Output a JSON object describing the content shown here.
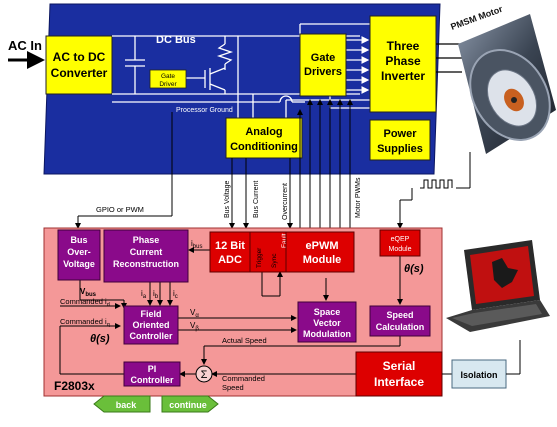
{
  "power_stage": {
    "ac_in": "AC In",
    "ac_dc": [
      "AC to DC",
      "Converter"
    ],
    "dc_bus": "DC Bus",
    "gate_driver_small": [
      "Gate",
      "Driver"
    ],
    "processor_ground": "Processor Ground",
    "gate_drivers": [
      "Gate",
      "Drivers"
    ],
    "inverter": [
      "Three",
      "Phase",
      "Inverter"
    ],
    "analog": [
      "Analog",
      "Conditioning"
    ],
    "power_supplies": [
      "Power",
      "Supplies"
    ]
  },
  "motor_label": "PMSM Motor",
  "signals": {
    "gpio_pwm": "GPIO or PWM",
    "bus_voltage": "Bus Voltage",
    "bus_current": "Bus Current",
    "overcurrent": "Overcurrent",
    "motor_pwms": "Motor PWMs"
  },
  "controller": {
    "chip": "F2803x",
    "bus_ov": [
      "Bus",
      "Over-",
      "Voltage"
    ],
    "phase_current": [
      "Phase",
      "Current",
      "Reconstruction"
    ],
    "ibus": "i",
    "ibus_sub": "bus",
    "vbus": "V",
    "vbus_sub": "bus",
    "ia": "i",
    "ia_sub": "a",
    "ib": "i",
    "ib_sub": "b",
    "ic": "i",
    "ic_sub": "c",
    "adc": [
      "12 Bit",
      "ADC"
    ],
    "trigger": "Trigger",
    "sync": "Sync",
    "fault": "Fault",
    "epwm": [
      "ePWM",
      "Module"
    ],
    "eqep": [
      "eQEP",
      "Module"
    ],
    "theta": "θ(s)",
    "theta2": "θ(s)",
    "cmd_id": "Commanded i",
    "cmd_id_sub": "d",
    "cmd_iq": "Commanded i",
    "cmd_iq_sub": "q",
    "foc": [
      "Field",
      "Oriented",
      "Controller"
    ],
    "valpha": "V",
    "valpha_sub": "α",
    "vbeta": "V",
    "vbeta_sub": "β",
    "svm": [
      "Space",
      "Vector",
      "Modulation"
    ],
    "speed_calc": [
      "Speed",
      "Calculation"
    ],
    "actual_speed": "Actual Speed",
    "pi": [
      "PI",
      "Controller"
    ],
    "sum": "Σ",
    "cmd_speed": [
      "Commanded",
      "Speed"
    ],
    "serial": [
      "Serial",
      "Interface"
    ]
  },
  "isolation": "Isolation",
  "nav": {
    "back": "back",
    "continue": "continue"
  },
  "colors": {
    "power_bg": "#1a2ea0",
    "yellow": "#ffff00",
    "controller_bg": "#f49898",
    "purple": "#8a0a8a",
    "red": "#dd0000",
    "green": "#6abf3a"
  }
}
